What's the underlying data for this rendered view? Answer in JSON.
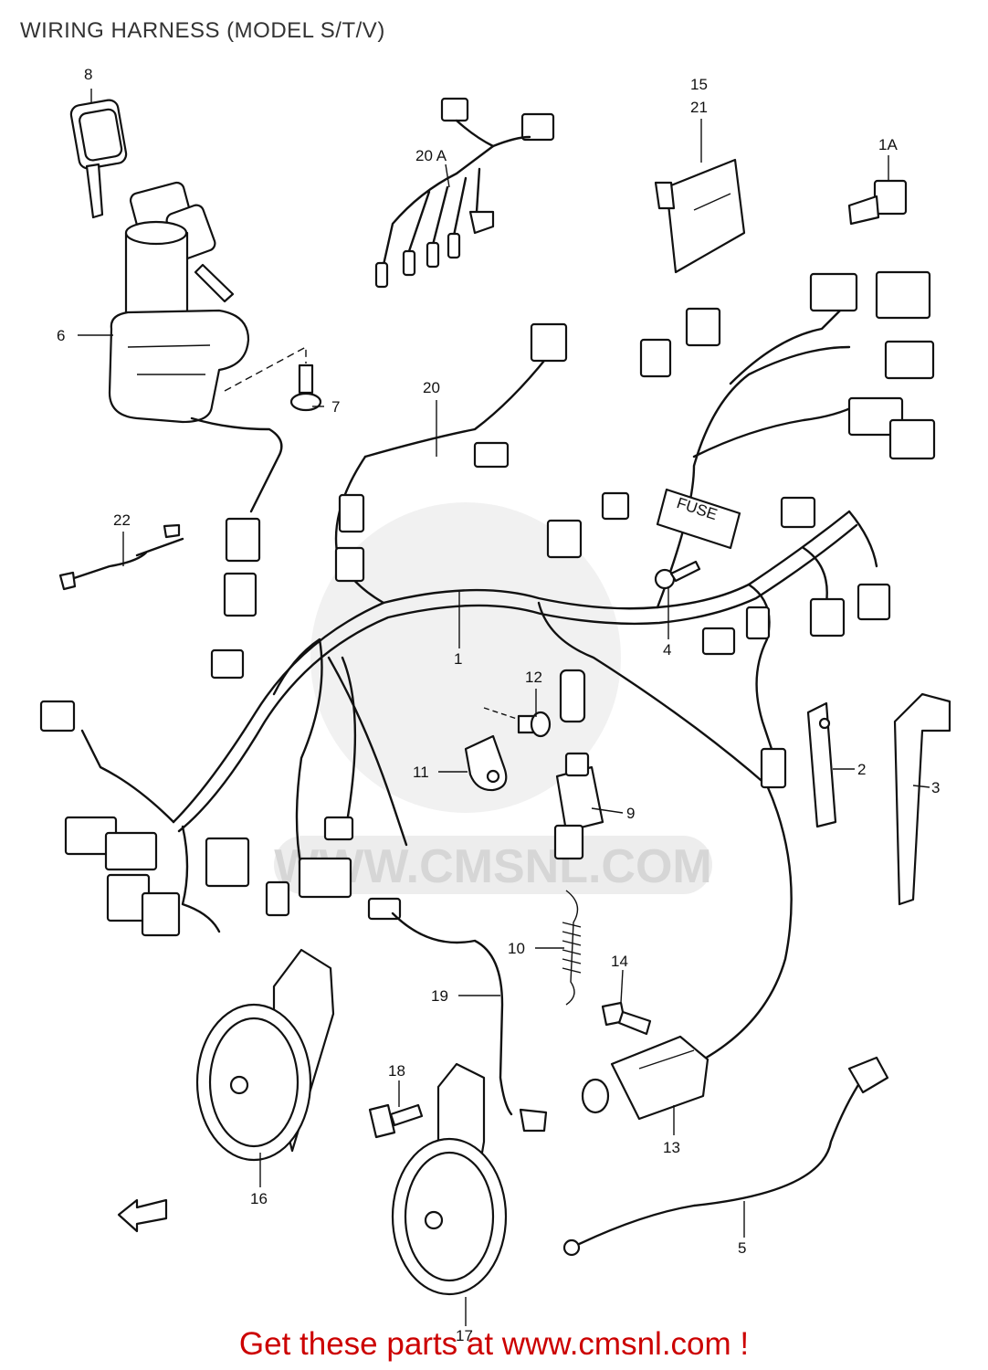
{
  "title": "WIRING HARNESS (MODEL S/T/V)",
  "footer": "Get these parts at www.cmsnl.com !",
  "watermark": "WWW.CMSNL.COM",
  "colors": {
    "ink": "#111111",
    "footer": "#cc0000",
    "watermark": "#d6d6d6"
  },
  "labels": {
    "p1": "1",
    "p1a": "1A",
    "p2": "2",
    "p3": "3",
    "p4": "4",
    "p5": "5",
    "p6": "6",
    "p7": "7",
    "p8": "8",
    "p9": "9",
    "p10": "10",
    "p11": "11",
    "p12": "12",
    "p13": "13",
    "p14": "14",
    "p15": "15",
    "p16": "16",
    "p17": "17",
    "p18": "18",
    "p19": "19",
    "p20": "20",
    "p20a": "20 A",
    "p21": "21",
    "p22": "22",
    "fuse": "FUSE"
  }
}
